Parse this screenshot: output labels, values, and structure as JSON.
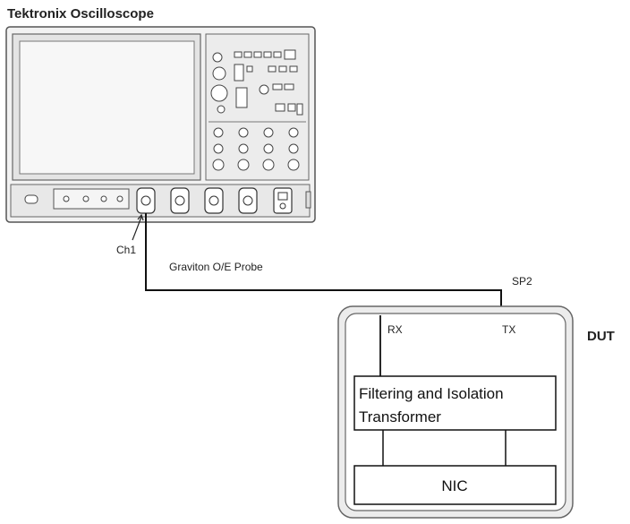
{
  "instrument": {
    "title": "Tektronix Oscilloscope",
    "channel_label": "Ch1"
  },
  "probe": {
    "label": "Graviton O/E Probe",
    "test_point": "SP2"
  },
  "dut": {
    "label": "DUT",
    "rx_label": "RX",
    "tx_label": "TX",
    "filter_block_line1": "Filtering and Isolation",
    "filter_block_line2": "Transformer",
    "nic_label": "NIC"
  },
  "colors": {
    "line": "#111111",
    "panel_gray": "#d6d6d6",
    "screen_gray": "#ececec",
    "outline": "#555555"
  }
}
